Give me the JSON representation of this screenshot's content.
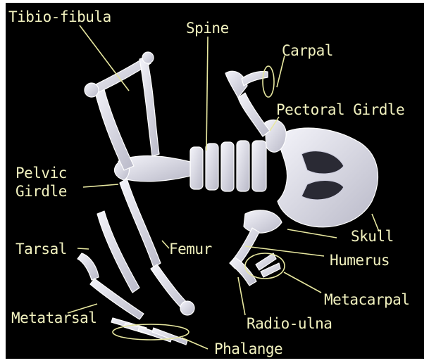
{
  "colors": {
    "background": "#000000",
    "label_text": "#f2f2bf",
    "leader_line": "#e8e8a0",
    "bone_fill": "#d8d8e4",
    "bone_stroke": "#ffffff"
  },
  "labels": {
    "tibio_fibula": "Tibio-fibula",
    "spine": "Spine",
    "carpal": "Carpal",
    "pectoral_girdle": "Pectoral Girdle",
    "pelvic_girdle_1": "Pelvic",
    "pelvic_girdle_2": "Girdle",
    "tarsal": "Tarsal",
    "femur": "Femur",
    "skull": "Skull",
    "humerus": "Humerus",
    "metacarpal": "Metacarpal",
    "metatarsal": "Metatarsal",
    "radio_ulna": "Radio-ulna",
    "phalange": "Phalange"
  }
}
